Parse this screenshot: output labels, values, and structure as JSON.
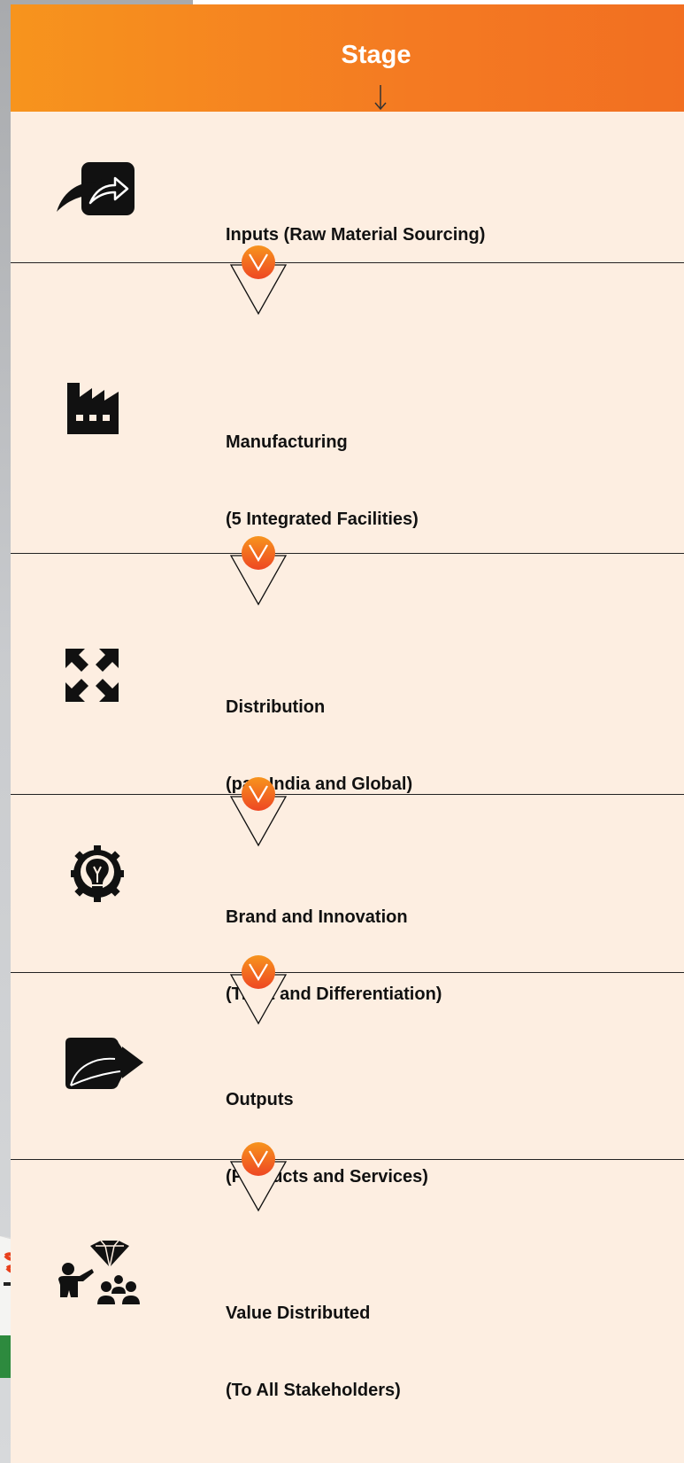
{
  "header": {
    "title": "Stage"
  },
  "stages": [
    {
      "line1": "Inputs (Raw Material Sourcing)",
      "line2": "",
      "icon": "share-arrow-icon"
    },
    {
      "line1": "Manufacturing",
      "line2": "(5 Integrated Facilities)",
      "icon": "factory-icon"
    },
    {
      "line1": "Distribution",
      "line2": "(pan-India and Global)",
      "icon": "expand-arrows-icon"
    },
    {
      "line1": "Brand and Innovation",
      "line2": "(Trust and Differentiation)",
      "icon": "lightbulb-gear-icon"
    },
    {
      "line1": "Outputs",
      "line2": "(Products and Services)",
      "icon": "output-arrow-icon"
    },
    {
      "line1": "Value Distributed",
      "line2": "(To All Stakeholders)",
      "icon": "stakeholders-diamond-icon"
    }
  ],
  "colors": {
    "accent": "#f26f21",
    "header_start": "#f7941d",
    "background": "#fdeee1",
    "connector_badge": "#ee4723"
  }
}
